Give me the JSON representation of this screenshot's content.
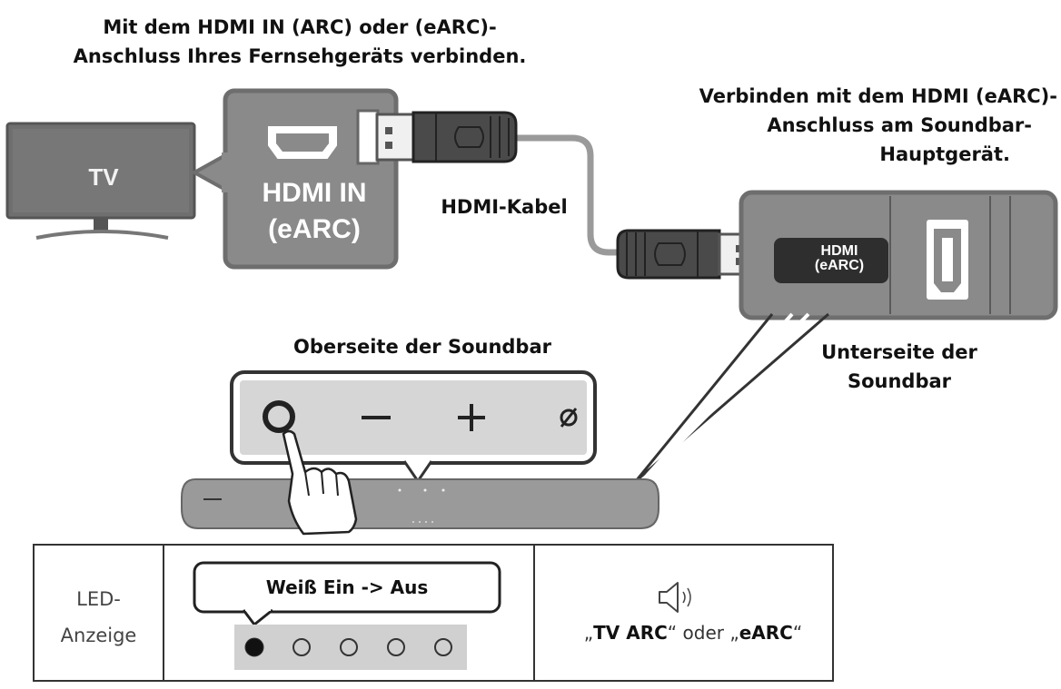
{
  "captions": {
    "tv_connect_line1": "Mit dem HDMI IN (ARC)  oder (eARC)-",
    "tv_connect_line2": "Anschluss Ihres Fernsehgeräts verbinden.",
    "soundbar_connect_line1": "Verbinden mit dem HDMI (eARC)-",
    "soundbar_connect_line2": "Anschluss am Soundbar-",
    "soundbar_connect_line3": "Hauptgerät.",
    "cable": "HDMI-Kabel",
    "top_side": "Oberseite der Soundbar",
    "bottom_side_line1": "Unterseite der",
    "bottom_side_line2": "Soundbar"
  },
  "tv": {
    "label": "TV",
    "port_line1": "HDMI IN",
    "port_line2": "(eARC)"
  },
  "soundbar_port": {
    "line1": "HDMI",
    "line2": "(eARC)"
  },
  "soundbar_buttons": {
    "power_icon": "power-ring-icon",
    "minus": "−",
    "plus": "+",
    "mic_off": "ø"
  },
  "led_table": {
    "label_line1": "LED-",
    "label_line2": "Anzeige",
    "bubble": "Weiß Ein -> Aus",
    "led_states": [
      "on",
      "off",
      "off",
      "off",
      "off"
    ],
    "speaker_icon": "speaker-sound-icon",
    "announce_part1": "„",
    "announce_part2": "TV ARC",
    "announce_part3": "“ oder „",
    "announce_part4": "eARC",
    "announce_part5": "“"
  },
  "colors": {
    "panel": "#8a8a8a",
    "panel_border": "#6e6e6e",
    "dark_plug": "#4a4a4a",
    "led_off_bg": "#d0d0d0"
  }
}
